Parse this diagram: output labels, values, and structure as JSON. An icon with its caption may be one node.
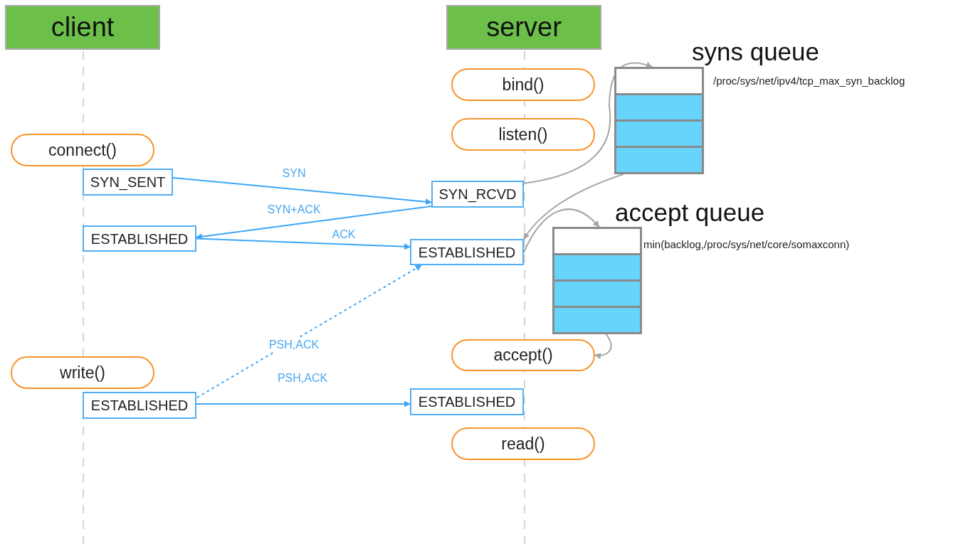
{
  "diagram": {
    "nodes": [
      {
        "text": [
          "client"
        ]
      },
      {
        "text": [
          "server"
        ]
      },
      {
        "text": [
          "bind()"
        ]
      },
      {
        "text": [
          "listen()"
        ]
      },
      {
        "text": [
          "connect()"
        ]
      },
      {
        "text": [
          "SYN_SENT"
        ]
      },
      {
        "text": [
          "SYN_RCVD"
        ]
      },
      {
        "text": [
          "ESTABLISHED"
        ]
      },
      {
        "text": [
          "ESTABLISHED"
        ]
      },
      {
        "text": [
          "write()"
        ]
      },
      {
        "text": [
          "ESTABLISHED"
        ]
      },
      {
        "text": [
          "ESTABLISHED"
        ]
      },
      {
        "text": [
          "accept()"
        ]
      },
      {
        "text": [
          "read()"
        ]
      },
      {
        "text": [
          "syns queue"
        ],
        "beside": [
          "/proc/sys/net/ipv4/tcp_max_syn_backlog"
        ]
      },
      {
        "text": [
          "accept queue"
        ],
        "beside": [
          "min(backlog,/proc/sys/net/core/somaxconn)"
        ]
      }
    ],
    "edges": [
      {
        "from": 5,
        "to": 6,
        "arrow": "to",
        "label": "SYN"
      },
      {
        "from": 6,
        "to": 7,
        "arrow": "to",
        "label": "SYN+ACK"
      },
      {
        "from": 7,
        "to": 8,
        "arrow": "to",
        "label": "ACK"
      },
      {
        "from": 10,
        "to": 8,
        "arrow": "to",
        "label": "PSH,ACK",
        "style": "dashed"
      },
      {
        "from": 10,
        "to": 11,
        "arrow": "to",
        "label": "PSH,ACK"
      },
      {
        "from": 6,
        "to": 14,
        "arrow": "to",
        "color": "#a6a6a6"
      },
      {
        "from": 14,
        "to": 8,
        "arrow": "to",
        "color": "#a6a6a6"
      },
      {
        "from": 8,
        "to": 15,
        "arrow": "to",
        "color": "#a6a6a6"
      },
      {
        "from": 15,
        "to": 12,
        "arrow": "to",
        "color": "#a6a6a6"
      }
    ]
  }
}
